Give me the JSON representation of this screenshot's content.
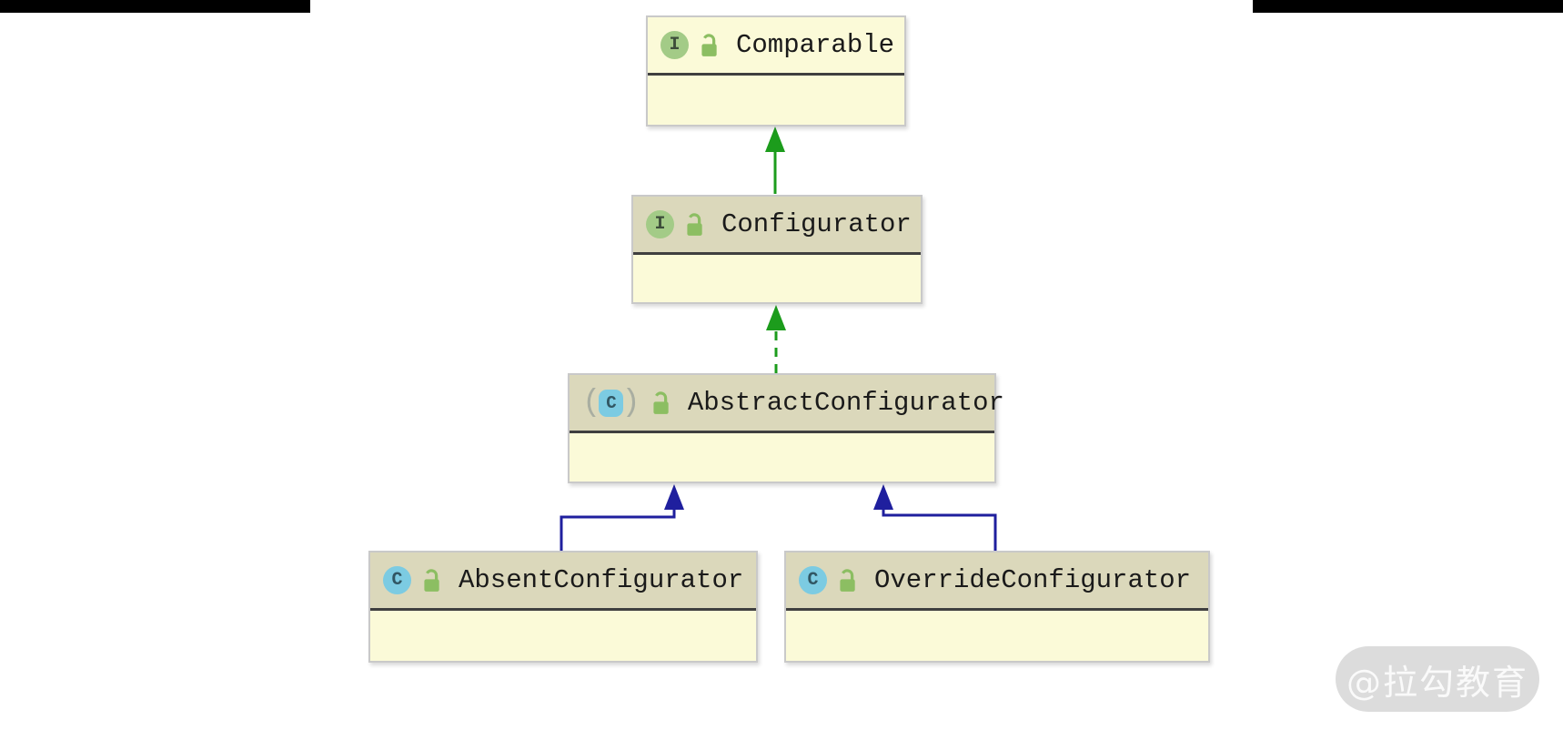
{
  "diagram": {
    "tool_style": "IntelliJ IDEA UML class diagram",
    "nodes": [
      {
        "id": "comparable",
        "kind": "interface",
        "title": "Comparable",
        "icon_letter": "I",
        "visibility_icon": "unlocked-padlock"
      },
      {
        "id": "configurator",
        "kind": "interface",
        "title": "Configurator",
        "icon_letter": "I",
        "visibility_icon": "unlocked-padlock"
      },
      {
        "id": "abstract_configurator",
        "kind": "abstract-class",
        "title": "AbstractConfigurator",
        "icon_letter": "C",
        "paren_open": "(",
        "paren_close": ")",
        "visibility_icon": "unlocked-padlock"
      },
      {
        "id": "absent_configurator",
        "kind": "class",
        "title": "AbsentConfigurator",
        "icon_letter": "C",
        "visibility_icon": "unlocked-padlock"
      },
      {
        "id": "override_configurator",
        "kind": "class",
        "title": "OverrideConfigurator",
        "icon_letter": "C",
        "visibility_icon": "unlocked-padlock"
      }
    ],
    "edges": [
      {
        "from": "Configurator",
        "to": "Comparable",
        "type": "extends",
        "line": "solid",
        "color": "#1c9c1c"
      },
      {
        "from": "AbstractConfigurator",
        "to": "Configurator",
        "type": "implements",
        "line": "dashed",
        "color": "#1c9c1c"
      },
      {
        "from": "AbsentConfigurator",
        "to": "AbstractConfigurator",
        "type": "extends",
        "line": "solid",
        "color": "#1f1f9e"
      },
      {
        "from": "OverrideConfigurator",
        "to": "AbstractConfigurator",
        "type": "extends",
        "line": "solid",
        "color": "#1f1f9e"
      }
    ],
    "colors": {
      "node_body_bg": "#fbfad8",
      "node_header_bg": "#dbd8bb",
      "node_border": "#c9c9c9",
      "header_divider": "#3f3f3f",
      "interface_icon_bg": "#a3cb87",
      "class_icon_bg": "#7ccbe2",
      "lock_icon_green": "#8cbe62",
      "interface_edge_green": "#1c9c1c",
      "class_edge_navy": "#1f1f9e",
      "letterbox_black": "#000000",
      "watermark_bg": "#dcdcdc"
    }
  },
  "watermark": {
    "text": "@拉勾教育"
  }
}
